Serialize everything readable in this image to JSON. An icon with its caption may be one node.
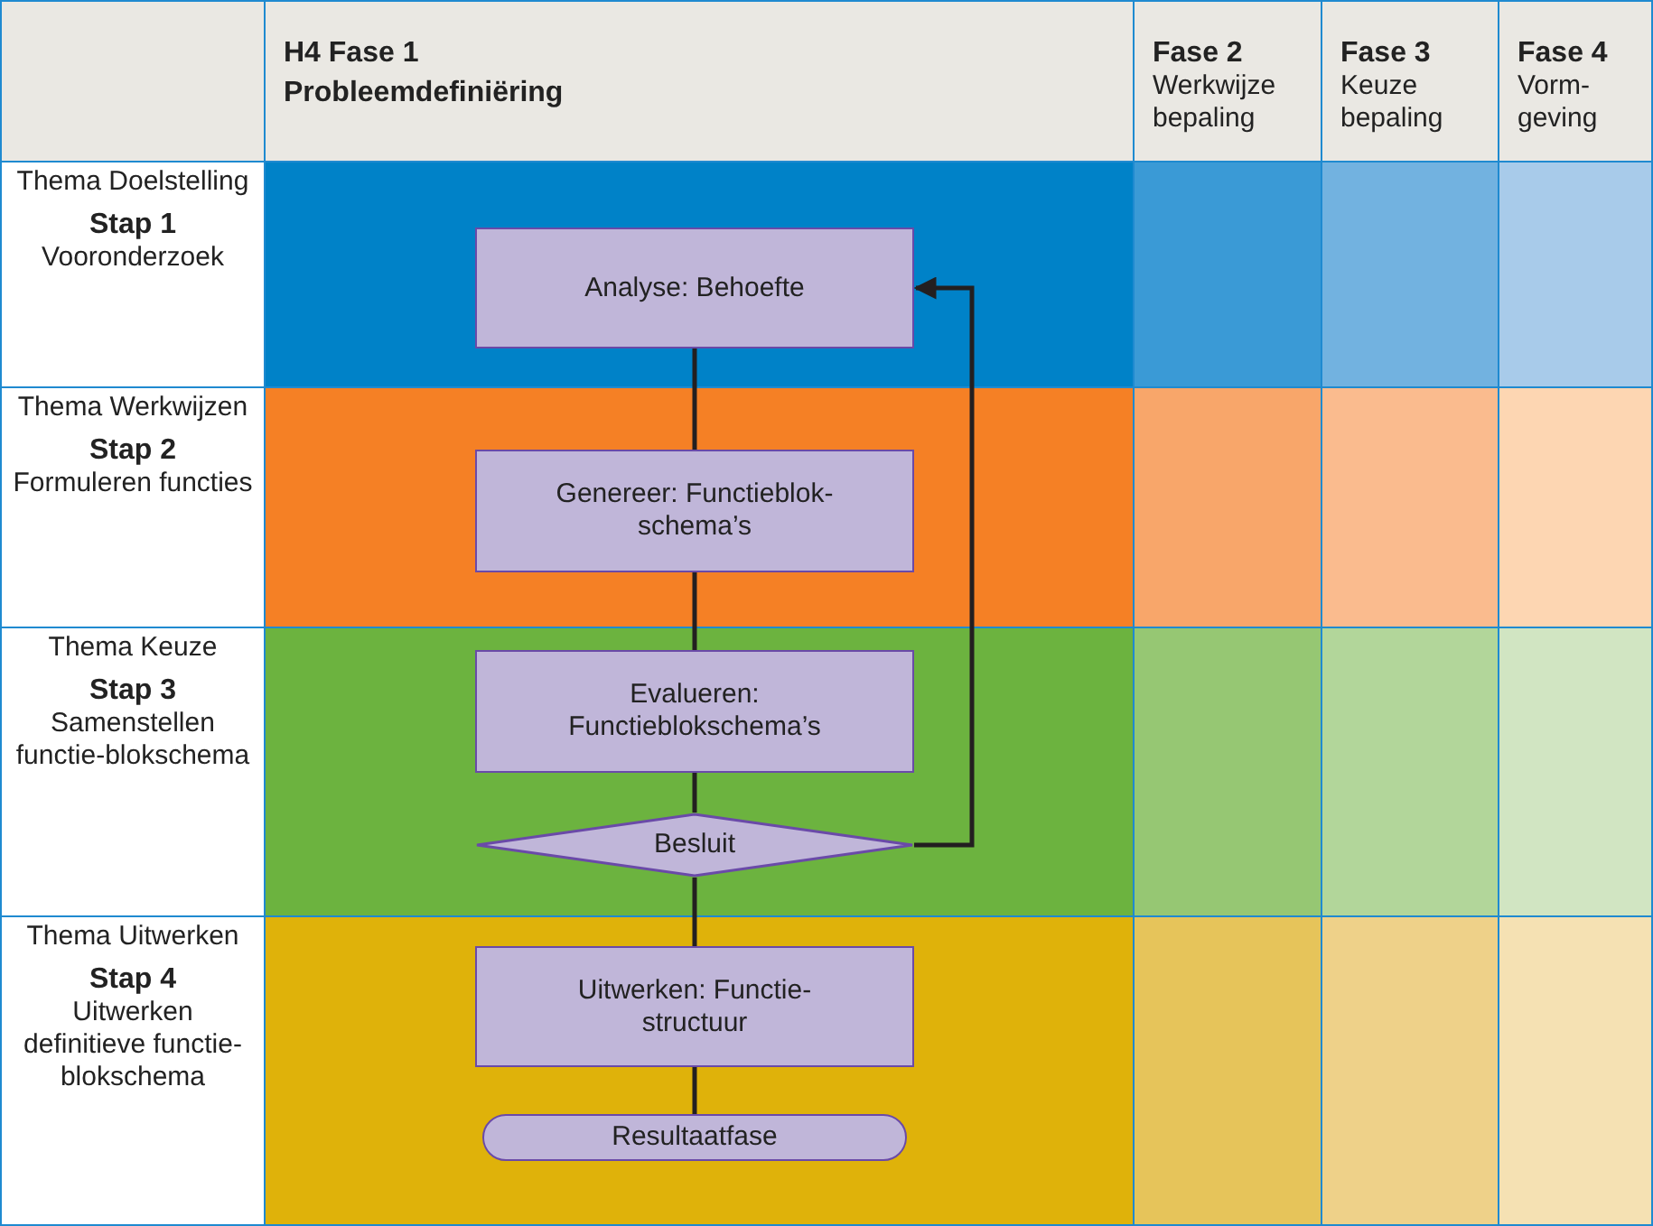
{
  "diagram": {
    "nodes": [
      {
        "text": [
          "Analyse: Behoefte"
        ]
      },
      {
        "text": [
          "Genereer: Functieblok-schema’s"
        ]
      },
      {
        "text": [
          "Evalueren: Functieblokschema’s"
        ]
      },
      {
        "text": [
          "Besluit"
        ]
      },
      {
        "text": [
          "Uitwerken: Functie-structuur"
        ]
      },
      {
        "text": [
          "Resultaatfase"
        ]
      }
    ],
    "edges": [
      {
        "from": 0,
        "to": 1,
        "arrow": "none"
      },
      {
        "from": 1,
        "to": 2,
        "arrow": "none"
      },
      {
        "from": 2,
        "to": 3,
        "arrow": "none"
      },
      {
        "from": 3,
        "to": 4,
        "arrow": "none"
      },
      {
        "from": 4,
        "to": 5,
        "arrow": "none"
      },
      {
        "from": 3,
        "to": 0,
        "arrow": "to"
      }
    ],
    "labels": [
      "H4 Fase 1",
      "Probleemdefiniëring",
      "Fase 2",
      "Werkwijze bepaling",
      "Fase 3",
      "Keuze bepaling",
      "Fase 4",
      "Vorm-geving",
      "Thema Doelstelling",
      "Stap 1",
      "Vooronderzoek",
      "Thema Werkwijzen",
      "Stap 2",
      "Formuleren functies",
      "Thema Keuze",
      "Stap 3",
      "Samenstellen functie-blokschema",
      "Thema Uitwerken",
      "Stap 4",
      "Uitwerken definitieve functie-blokschema"
    ]
  }
}
